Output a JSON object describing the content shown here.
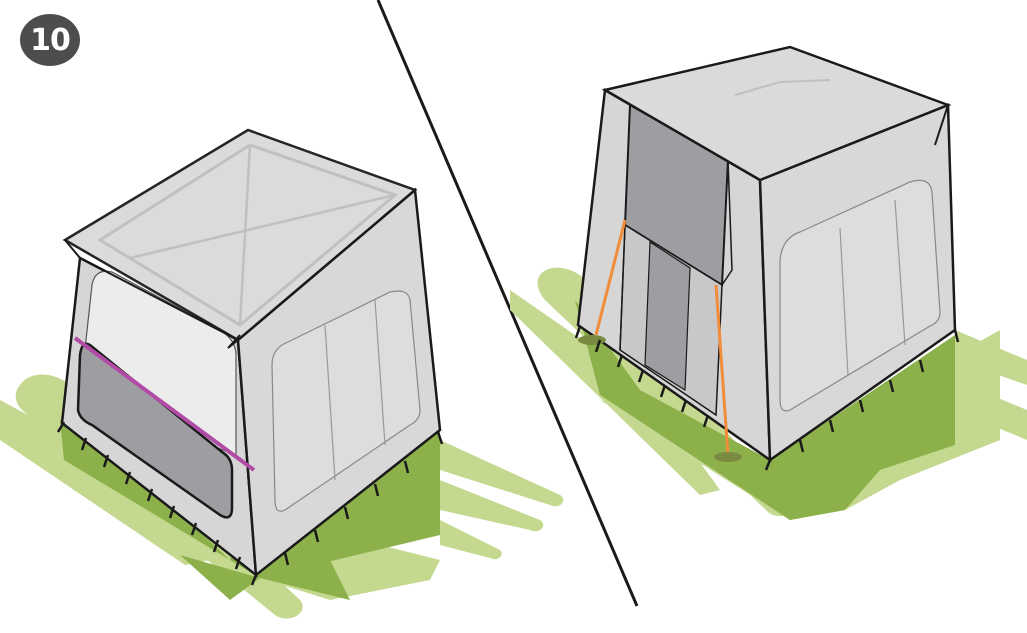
{
  "step": {
    "number": "10"
  },
  "colors": {
    "grass_light": "#c4d98f",
    "grass_dark": "#8cb04a",
    "tent_wall": "#d6d6d6",
    "tent_wall_light": "#e4e4e4",
    "tent_roof": "#dadada",
    "window_dark": "#9e9ea2",
    "rod": "#b14ca6",
    "guy_rope": "#f08c3a",
    "outline": "#1a1a1a",
    "badge": "#4d4d4f"
  },
  "panels": [
    {
      "name": "left",
      "shows": "awning-room-with-rolled-up-window-and-rod"
    },
    {
      "name": "right",
      "shows": "awning-room-with-door-panel-and-guy-ropes"
    }
  ]
}
